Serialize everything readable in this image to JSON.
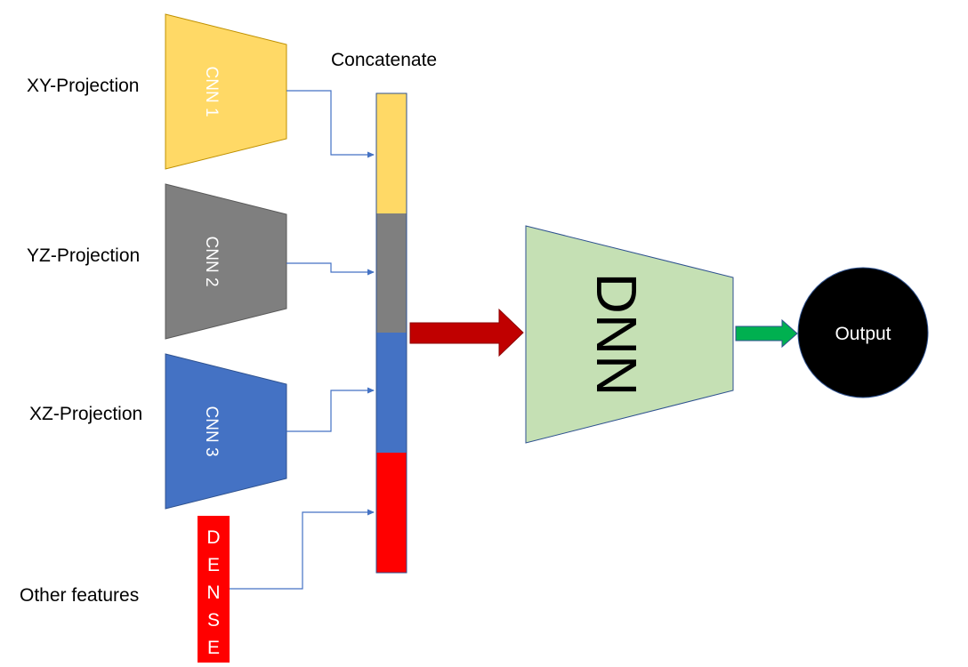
{
  "inputs": [
    {
      "label": "XY-Projection",
      "network": "CNN 1",
      "color": "#ffd966"
    },
    {
      "label": "YZ-Projection",
      "network": "CNN 2",
      "color": "#7f7f7f"
    },
    {
      "label": "XZ-Projection",
      "network": "CNN 3",
      "color": "#4472c4"
    }
  ],
  "other": {
    "label": "Other features",
    "dense_letters": [
      "D",
      "E",
      "N",
      "S",
      "E"
    ],
    "color": "#ff0000"
  },
  "concat": {
    "label": "Concatenate",
    "segment_colors": [
      "#ffd966",
      "#7f7f7f",
      "#4472c4",
      "#ff0000"
    ]
  },
  "dnn": {
    "label": "DNN",
    "color": "#c5e0b4"
  },
  "output": {
    "label": "Output",
    "color": "#000000"
  },
  "arrows": {
    "to_dnn_color": "#c00000",
    "to_output_color": "#00b050"
  },
  "connector_color": "#4472c4"
}
